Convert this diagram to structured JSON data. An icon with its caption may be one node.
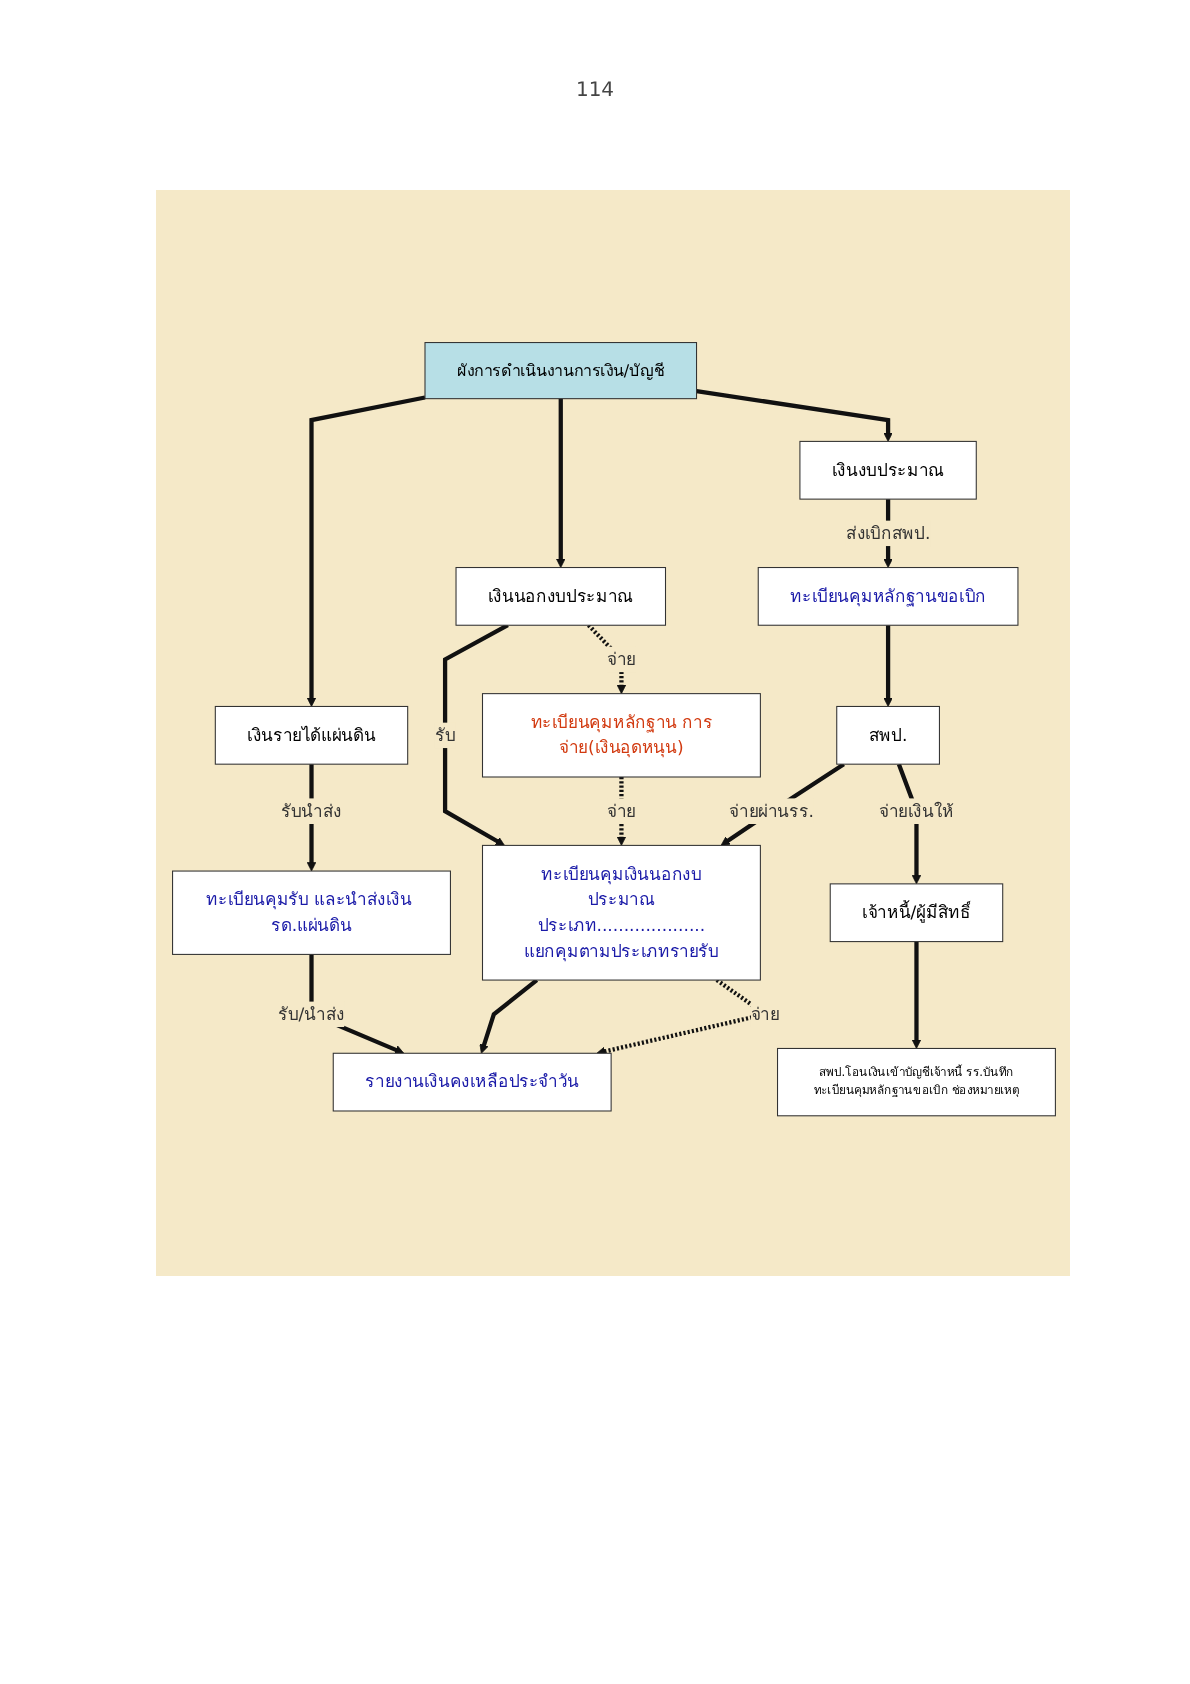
{
  "diagram": {
    "nodes": [
      {
        "text": [
          "ผังการดำเนินงานการเงิน/บัญชี"
        ]
      },
      {
        "text": [
          "เงินงบประมาณ"
        ]
      },
      {
        "text": [
          "เงินนอกงบประมาณ"
        ]
      },
      {
        "text": [
          "เงินรายได้แผ่นดิน"
        ]
      },
      {
        "text": [
          "ทะเบียนคุมหลักฐานขอเบิก"
        ]
      },
      {
        "text": [
          "ทะเบียนคุมหลักฐาน การจ่าย(เงินอุดหนุน)"
        ]
      },
      {
        "text": [
          "ทะเบียนคุมรับ และนำส่งเงิน รด.แผ่นดิน"
        ]
      },
      {
        "text": [
          "สพป."
        ]
      },
      {
        "text": [
          "ทะเบียนคุมเงินนอกงบประมาณ",
          "ประเภท....................",
          "แยกคุมตามประเภทรายรับ"
        ]
      },
      {
        "text": [
          "เจ้าหนี้/ผู้มีสิทธิ์"
        ]
      },
      {
        "text": [
          "รายงานเงินคงเหลือประจำวัน"
        ]
      },
      {
        "text": [
          "สพป.โอนเงินเข้าบัญชีเจ้าหนี้ รร.บันทึกทะเบียนคุมหลักฐานขอเบิก ช่องหมายเหตุ"
        ]
      }
    ],
    "edges": [
      {
        "from": 0,
        "to": 1,
        "arrow": "to"
      },
      {
        "from": 0,
        "to": 2,
        "arrow": "to"
      },
      {
        "from": 0,
        "to": 3,
        "arrow": "to"
      },
      {
        "from": 1,
        "to": 4,
        "arrow": "to",
        "label": "ส่งเบิกสพป."
      },
      {
        "from": 2,
        "to": 5,
        "arrow": "to",
        "label": "จ่าย",
        "style": "dashed"
      },
      {
        "from": 3,
        "to": 6,
        "arrow": "to",
        "label": "รับนำส่ง"
      },
      {
        "from": 2,
        "to": 8,
        "arrow": "to",
        "label": "รับ"
      },
      {
        "from": 5,
        "to": 8,
        "arrow": "to",
        "label": "จ่าย",
        "style": "dashed"
      },
      {
        "from": 4,
        "to": 7,
        "arrow": "to"
      },
      {
        "from": 7,
        "to": 8,
        "arrow": "to",
        "label": "จ่ายผ่านรร."
      },
      {
        "from": 7,
        "to": 9,
        "arrow": "to",
        "label": "จ่ายเงินให้"
      },
      {
        "from": 6,
        "to": 10,
        "arrow": "to",
        "label": "รับ/นำส่ง"
      },
      {
        "from": 8,
        "to": 10,
        "arrow": "to"
      },
      {
        "from": 8,
        "to": 10,
        "arrow": "to",
        "label": "จ่าย",
        "style": "dashed"
      },
      {
        "from": 9,
        "to": 11,
        "arrow": "to"
      }
    ],
    "labels": [
      "114"
    ]
  }
}
